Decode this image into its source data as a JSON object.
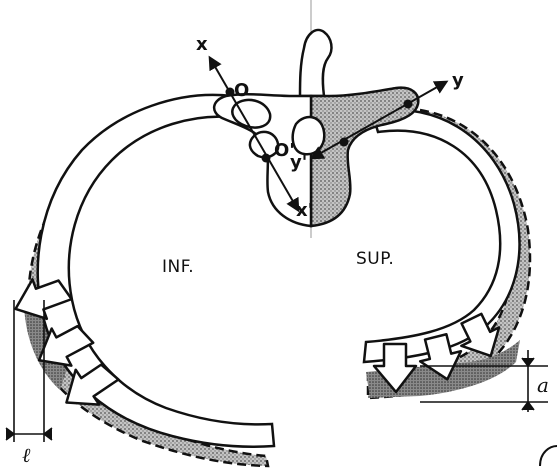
{
  "labels": {
    "axis_x": "x",
    "axis_x_prime": "x'",
    "axis_y": "y",
    "axis_y_prime": "y'",
    "point_o": "O",
    "point_o_prime": "O'",
    "side_inferior": "INF.",
    "side_superior": "SUP.",
    "dim_l": "ℓ",
    "dim_a": "a"
  },
  "colors": {
    "ink": "#111111",
    "stipple": "#9a9a9a",
    "bone": "#ffffff",
    "axis_line": "#b0b0b0"
  }
}
